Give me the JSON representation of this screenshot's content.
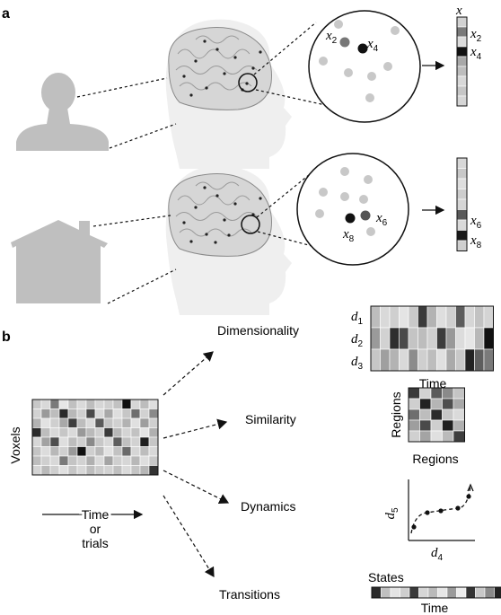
{
  "panels": {
    "a": {
      "label": "a"
    },
    "b": {
      "label": "b"
    }
  },
  "panel_a": {
    "vector_header": "x",
    "top_circle_labels": [
      {
        "var": "x",
        "sub": "2"
      },
      {
        "var": "x",
        "sub": "4"
      }
    ],
    "top_vector_labels": [
      {
        "var": "x",
        "sub": "2"
      },
      {
        "var": "x",
        "sub": "4"
      }
    ],
    "bottom_circle_labels": [
      {
        "var": "x",
        "sub": "6"
      },
      {
        "var": "x",
        "sub": "8"
      }
    ],
    "bottom_vector_labels": [
      {
        "var": "x",
        "sub": "6"
      },
      {
        "var": "x",
        "sub": "8"
      }
    ],
    "top_vector_cells": [
      "#d2d2d2",
      "#7a7a7a",
      "#dcdcdc",
      "#111111",
      "#a8a8a8",
      "#bdbdbd",
      "#d8d8d8",
      "#c6c6c6",
      "#d6d6d6"
    ],
    "bottom_vector_cells": [
      "#d8d8d8",
      "#c8c8c8",
      "#dedede",
      "#cdcdcd",
      "#d6d6d6",
      "#5a5a5a",
      "#dadada",
      "#1a1a1a",
      "#cfcfcf"
    ],
    "icons": [
      "person-silhouette-icon",
      "house-silhouette-icon",
      "head-with-brain-icon"
    ]
  },
  "panel_b": {
    "matrix_ylabel": "Voxels",
    "matrix_xlabel": {
      "line1": "Time",
      "line2": "or",
      "line3": "trials"
    },
    "analyses": [
      "Dimensionality",
      "Similarity",
      "Dynamics",
      "Transitions"
    ],
    "dimensionality": {
      "rows": [
        {
          "var": "d",
          "sub": "1"
        },
        {
          "var": "d",
          "sub": "2"
        },
        {
          "var": "d",
          "sub": "3"
        }
      ],
      "xlabel": "Time",
      "cells": [
        [
          "#bdbdbd",
          "#d9d9d9",
          "#cfcfcf",
          "#e4e4e4",
          "#c9c9c9",
          "#3a3a3a",
          "#b3b3b3",
          "#dedede",
          "#cfcfcf",
          "#5c5c5c",
          "#d6d6d6",
          "#c2c2c2",
          "#d4d4d4"
        ],
        [
          "#9a9a9a",
          "#d2d2d2",
          "#2e2e2e",
          "#4a4a4a",
          "#c4c4c4",
          "#bdbdbd",
          "#cfcfcf",
          "#3c3c3c",
          "#999999",
          "#dcdcdc",
          "#e6e6e6",
          "#b8b8b8",
          "#111111"
        ],
        [
          "#c6c6c6",
          "#9f9f9f",
          "#b3b3b3",
          "#d9d9d9",
          "#8c8c8c",
          "#cfcfcf",
          "#bdbdbd",
          "#e0e0e0",
          "#aaaaaa",
          "#c8c8c8",
          "#222222",
          "#5e5e5e",
          "#7a7a7a"
        ]
      ]
    },
    "similarity": {
      "ylabel": "Regions",
      "xlabel": "Regions",
      "cells": [
        [
          "#3a3a3a",
          "#d2d2d2",
          "#5a5a5a",
          "#8a8a8a",
          "#c4c4c4"
        ],
        [
          "#cfcfcf",
          "#222222",
          "#b5b5b5",
          "#4e4e4e",
          "#a8a8a8"
        ],
        [
          "#6e6e6e",
          "#bdbdbd",
          "#2a2a2a",
          "#c8c8c8",
          "#dadada"
        ],
        [
          "#9e9e9e",
          "#4a4a4a",
          "#cfcfcf",
          "#1e1e1e",
          "#b0b0b0"
        ],
        [
          "#d0d0d0",
          "#a4a4a4",
          "#e0e0e0",
          "#bababa",
          "#3e3e3e"
        ]
      ]
    },
    "dynamics": {
      "ylabel": {
        "var": "d",
        "sub": "5"
      },
      "xlabel": {
        "var": "d",
        "sub": "4"
      }
    },
    "transitions": {
      "label": "States",
      "xlabel": "Time",
      "cells": [
        "#2a2a2a",
        "#bfbfbf",
        "#e4e4e4",
        "#cfcfcf",
        "#3a3a3a",
        "#d6d6d6",
        "#bababa",
        "#e6e6e6",
        "#9a9a9a",
        "#ececec",
        "#333333",
        "#c8c8c8",
        "#8a8a8a",
        "#222222"
      ]
    },
    "voxel_matrix": {
      "rows": 8,
      "cols": 14,
      "cells": [
        [
          "#c8c8c8",
          "#d9d9d9",
          "#7a7a7a",
          "#e6e6e6",
          "#c0c0c0",
          "#dadada",
          "#bdbdbd",
          "#d6d6d6",
          "#cfcfcf",
          "#c2c2c2",
          "#111111",
          "#d6d6d6",
          "#bdbdbd",
          "#dedede"
        ],
        [
          "#d2d2d2",
          "#9a9a9a",
          "#bdbdbd",
          "#2a2a2a",
          "#b8b8b8",
          "#cfcfcf",
          "#4a4a4a",
          "#d8d8d8",
          "#a8a8a8",
          "#dedede",
          "#c6c6c6",
          "#6e6e6e",
          "#d2d2d2",
          "#8a8a8a"
        ],
        [
          "#b3b3b3",
          "#e2e2e2",
          "#cfcfcf",
          "#a8a8a8",
          "#3e3e3e",
          "#bdbdbd",
          "#dadada",
          "#5a5a5a",
          "#c4c4c4",
          "#d0d0d0",
          "#b2b2b2",
          "#e0e0e0",
          "#9e9e9e",
          "#cfcfcf"
        ],
        [
          "#2a2a2a",
          "#bdbdbd",
          "#d8d8d8",
          "#c6c6c6",
          "#dadada",
          "#999999",
          "#bababa",
          "#cfcfcf",
          "#3a3a3a",
          "#b8b8b8",
          "#d4d4d4",
          "#c2c2c2",
          "#e4e4e4",
          "#b0b0b0"
        ],
        [
          "#d6d6d6",
          "#a2a2a2",
          "#4e4e4e",
          "#dedede",
          "#bdbdbd",
          "#cfcfcf",
          "#8a8a8a",
          "#c8c8c8",
          "#d8d8d8",
          "#5e5e5e",
          "#c0c0c0",
          "#d2d2d2",
          "#1e1e1e",
          "#c6c6c6"
        ],
        [
          "#c4c4c4",
          "#dcdcdc",
          "#b8b8b8",
          "#d0d0d0",
          "#9a9a9a",
          "#111111",
          "#cfcfcf",
          "#bababa",
          "#e2e2e2",
          "#c2c2c2",
          "#6a6a6a",
          "#d6d6d6",
          "#bdbdbd",
          "#d8d8d8"
        ],
        [
          "#bdbdbd",
          "#cfcfcf",
          "#d8d8d8",
          "#7a7a7a",
          "#c4c4c4",
          "#d2d2d2",
          "#b0b0b0",
          "#dadada",
          "#a4a4a4",
          "#cfcfcf",
          "#d6d6d6",
          "#b8b8b8",
          "#dedede",
          "#c8c8c8"
        ],
        [
          "#d4d4d4",
          "#bababa",
          "#cfcfcf",
          "#e0e0e0",
          "#c6c6c6",
          "#d8d8d8",
          "#bdbdbd",
          "#cccccc",
          "#d2d2d2",
          "#c0c0c0",
          "#dadada",
          "#c4c4c4",
          "#b6b6b6",
          "#333333"
        ]
      ]
    }
  }
}
